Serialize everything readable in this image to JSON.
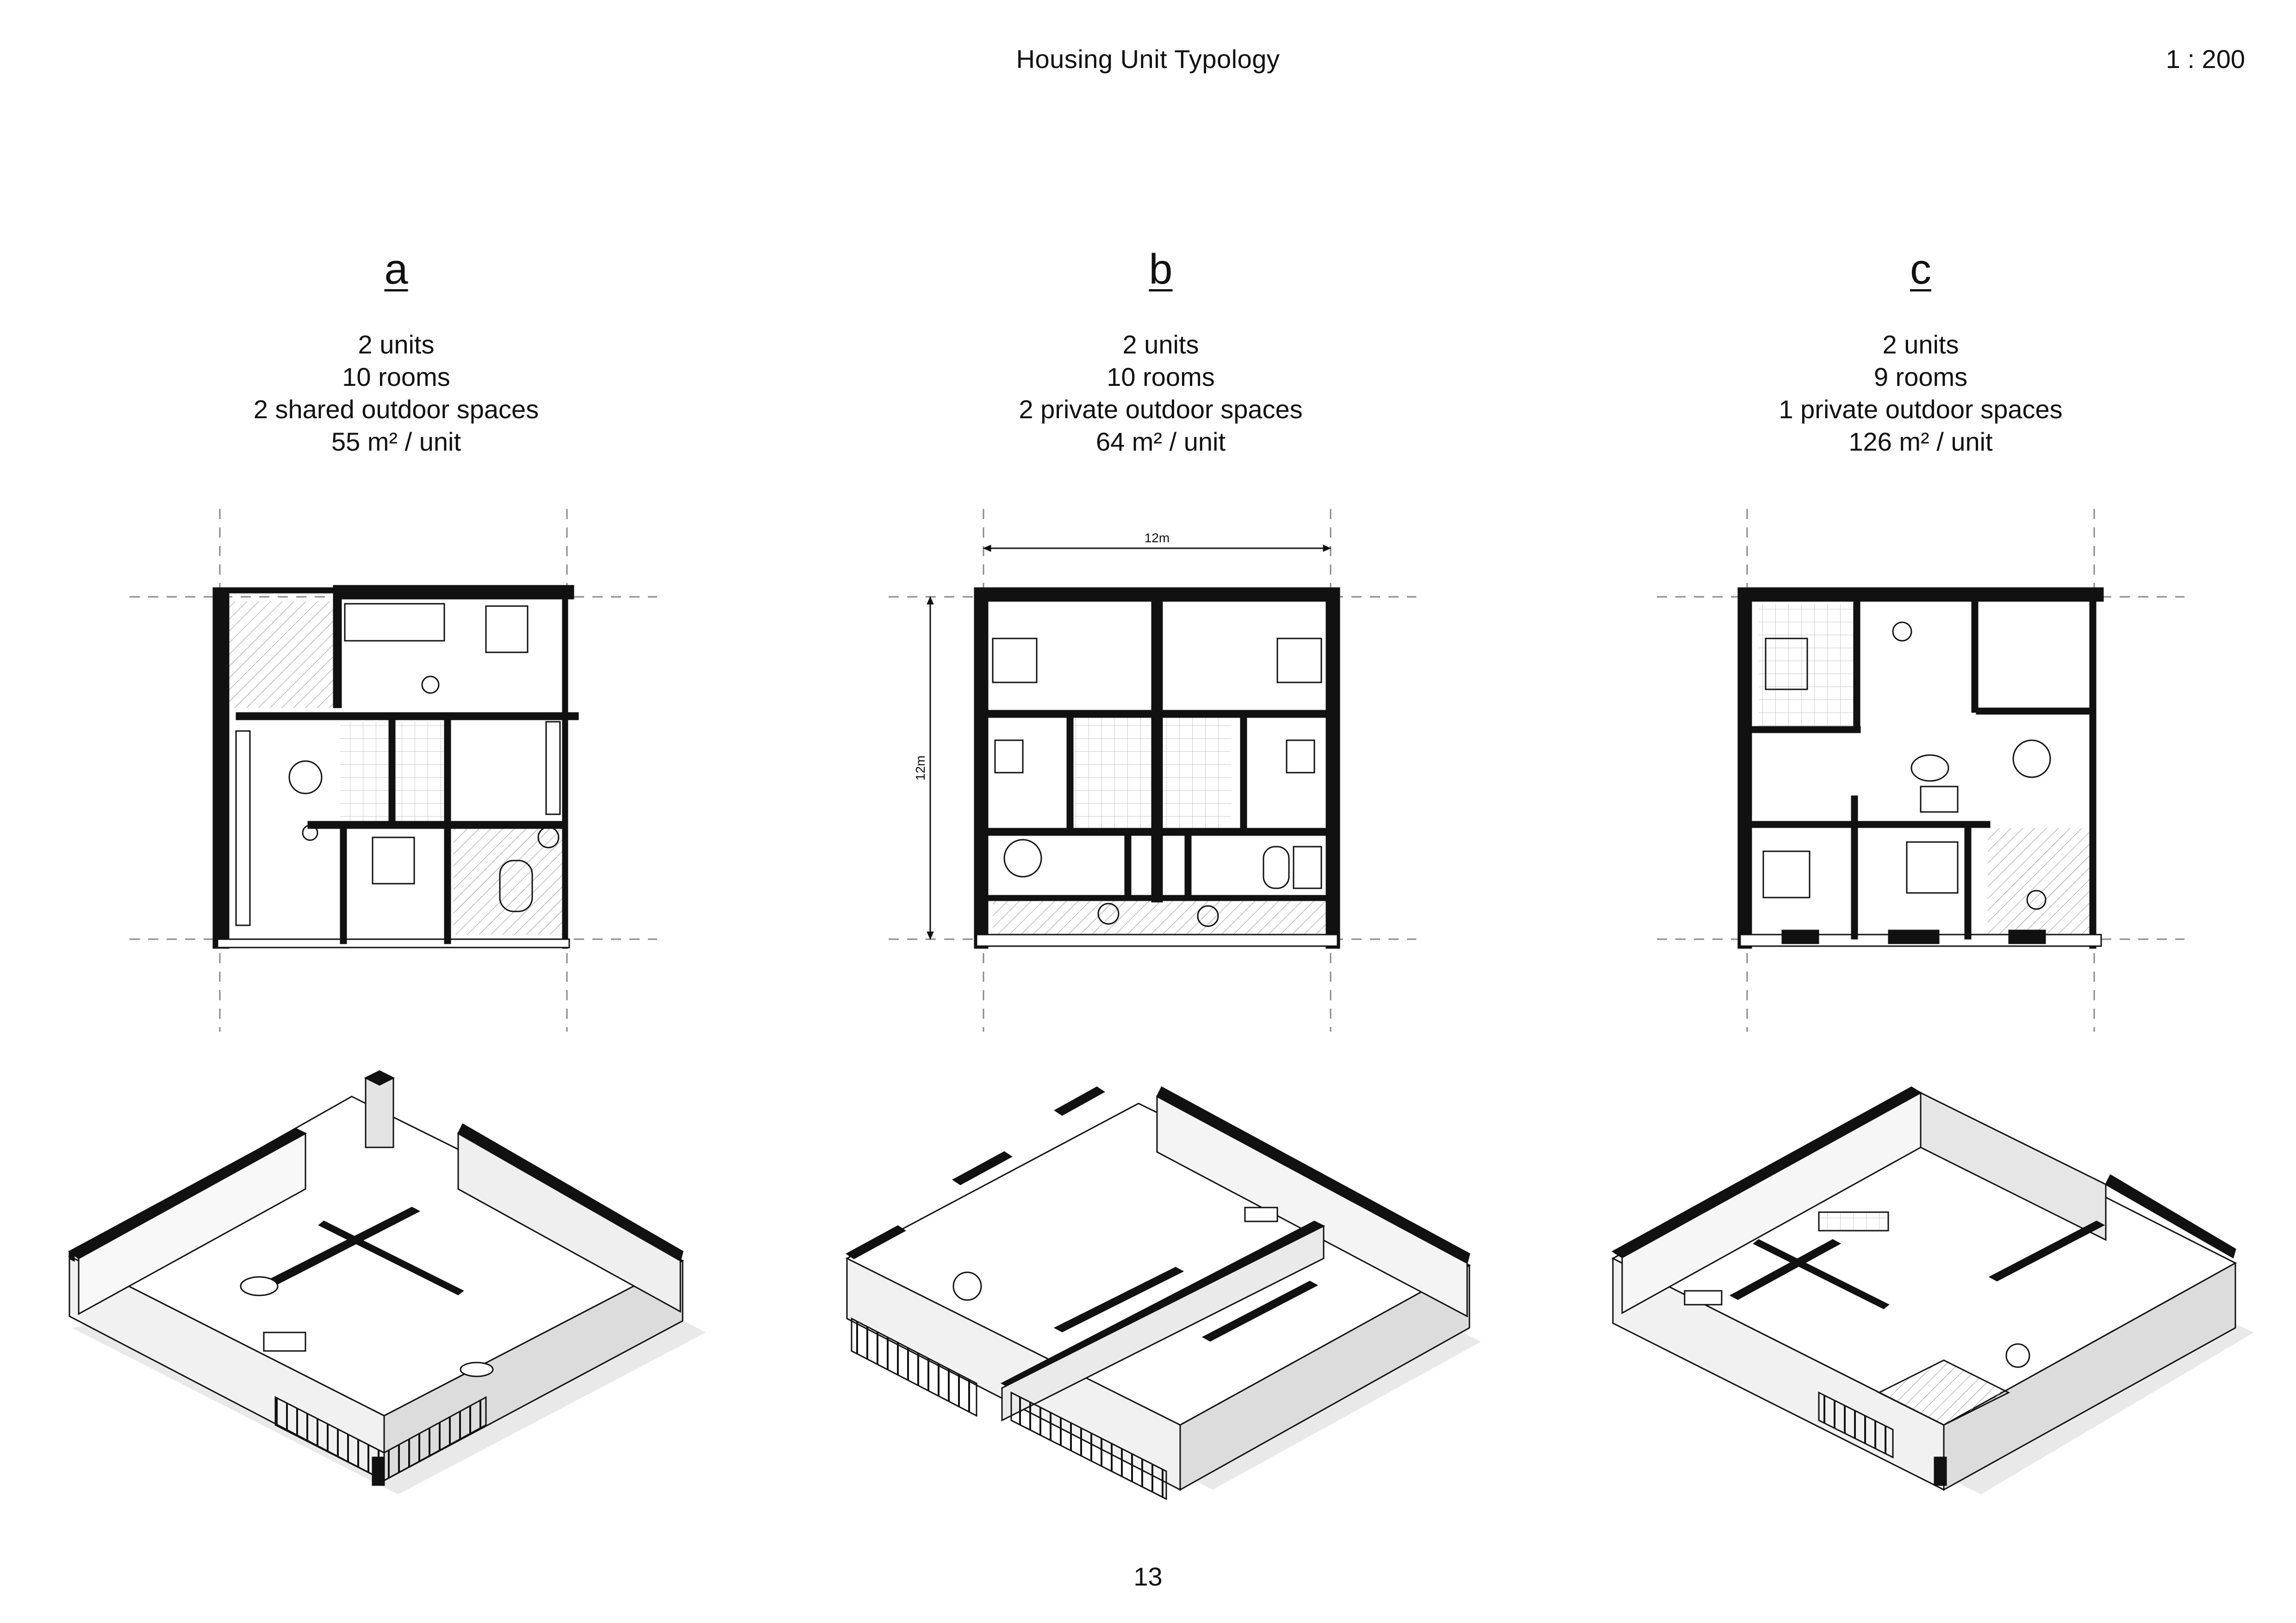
{
  "header": {
    "title": "Housing Unit Typology",
    "scale": "1 : 200"
  },
  "typologies": [
    {
      "letter": "a",
      "units": "2 units",
      "rooms": "10 rooms",
      "outdoor": "2 shared outdoor spaces",
      "area": "55 m² / unit"
    },
    {
      "letter": "b",
      "units": "2 units",
      "rooms": "10 rooms",
      "outdoor": "2 private outdoor spaces",
      "area": "64 m² / unit"
    },
    {
      "letter": "c",
      "units": "2 units",
      "rooms": "9 rooms",
      "outdoor": "1 private outdoor spaces",
      "area": "126 m² / unit"
    }
  ],
  "dimensions": {
    "width": "12m",
    "depth": "12m"
  },
  "page_number": "13"
}
